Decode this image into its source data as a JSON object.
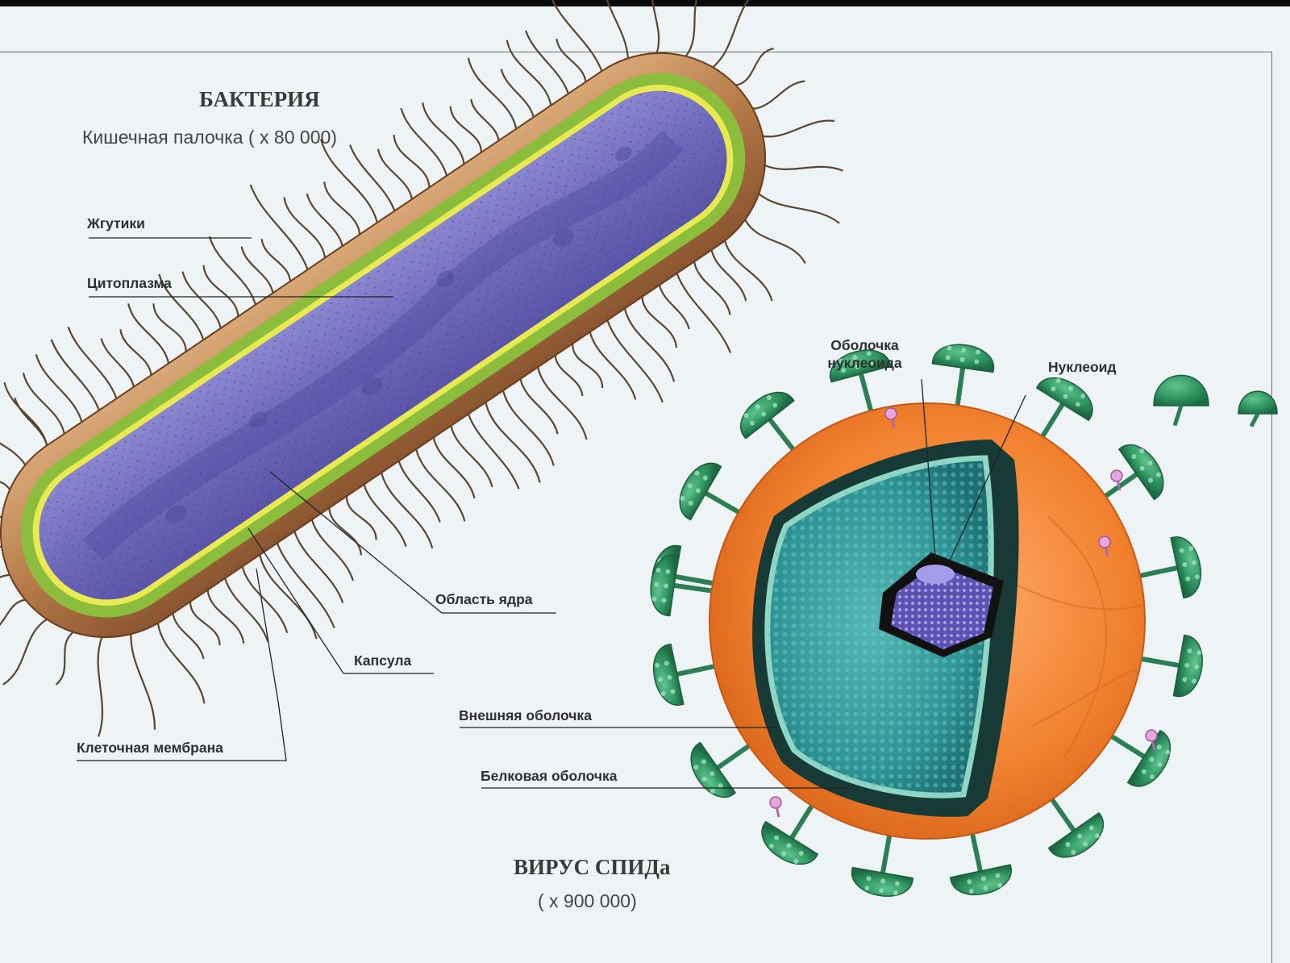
{
  "bacteria": {
    "title": "БАКТЕРИЯ",
    "subtitle": "Кишечная палочка ( x 80 000)",
    "labels": {
      "flagella": "Жгутики",
      "cytoplasm": "Цитоплазма",
      "nuclear_region": "Область ядра",
      "capsule": "Капсула",
      "cell_membrane": "Клеточная мембрана"
    }
  },
  "virus": {
    "title": "ВИРУС СПИДа",
    "subtitle": "( x 900 000)",
    "labels": {
      "nucleoid_shell_line1": "Оболочка",
      "nucleoid_shell_line2": "нуклеоида",
      "nucleoid": "Нуклеоид",
      "outer_envelope": "Внешняя оболочка",
      "protein_shell": "Белковая оболочка"
    }
  },
  "colors": {
    "background": "#eef3f6",
    "capsule": "#b77c4a",
    "cell_wall_green": "#8cbd3c",
    "membrane_yellow": "#e9ea52",
    "cytoplasm": "#7e78c2",
    "flagella": "#5a4630",
    "virus_envelope": "#ee7d2a",
    "virus_core": "#2f9a9a",
    "spikes": "#2f9460",
    "nucleoid": "#5d52b4"
  }
}
